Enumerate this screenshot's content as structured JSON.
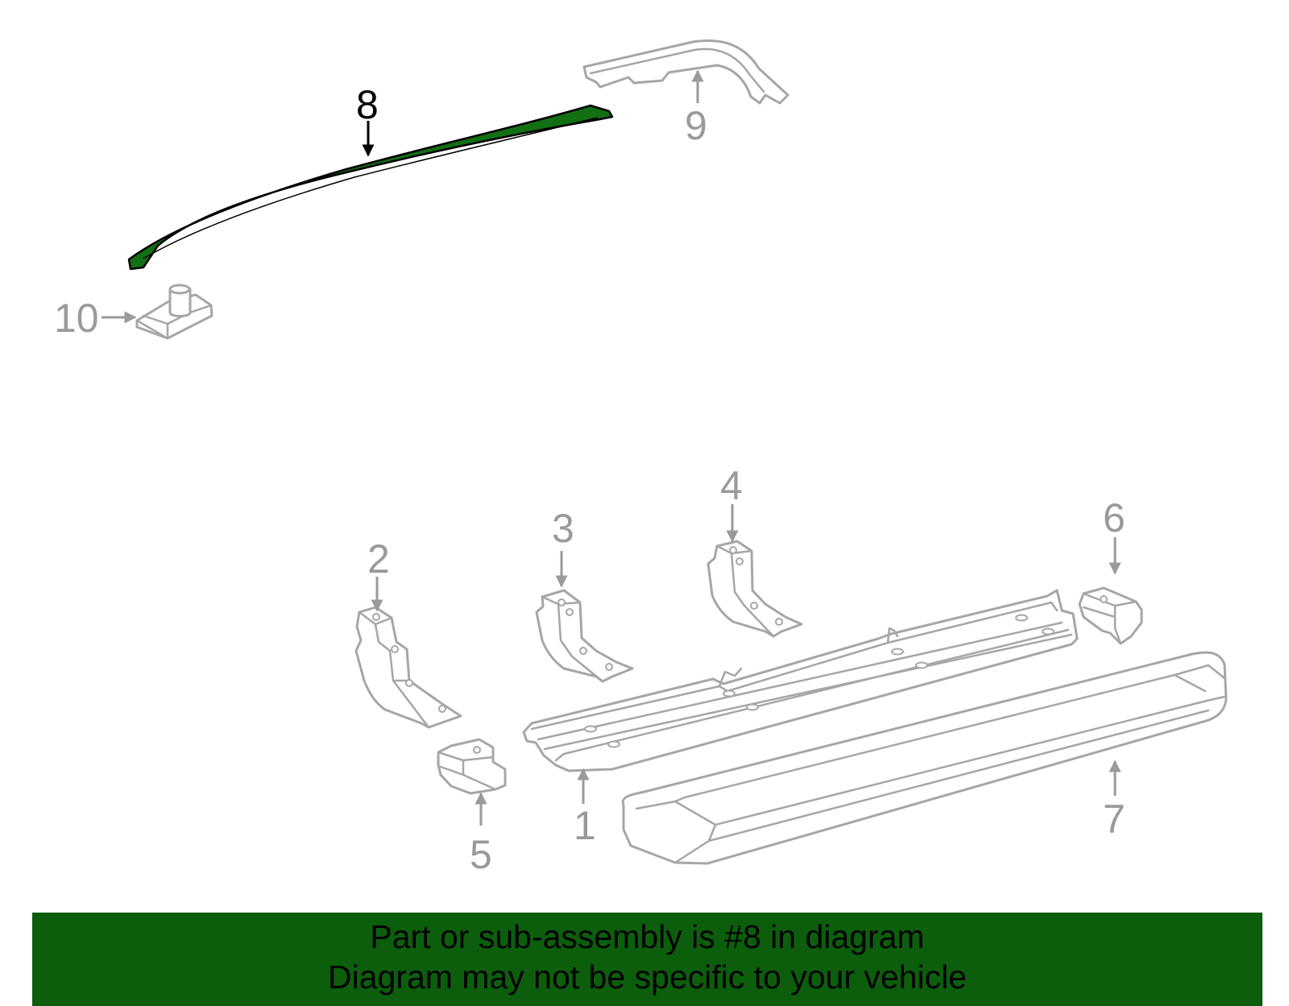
{
  "diagram": {
    "selected_part": "8",
    "callouts": [
      {
        "id": "1",
        "label": "1"
      },
      {
        "id": "2",
        "label": "2"
      },
      {
        "id": "3",
        "label": "3"
      },
      {
        "id": "4",
        "label": "4"
      },
      {
        "id": "5",
        "label": "5"
      },
      {
        "id": "6",
        "label": "6"
      },
      {
        "id": "7",
        "label": "7"
      },
      {
        "id": "8",
        "label": "8"
      },
      {
        "id": "9",
        "label": "9"
      },
      {
        "id": "10",
        "label": "10"
      }
    ]
  },
  "banner": {
    "line1": "Part or sub-assembly is #8 in diagram",
    "line2": "Diagram may not be specific to your vehicle",
    "background_color": "#0c5e0c"
  },
  "colors": {
    "highlight_fill": "#136f13",
    "outline_gray": "#a6a6a6",
    "callout_gray": "#9a9a9a"
  }
}
